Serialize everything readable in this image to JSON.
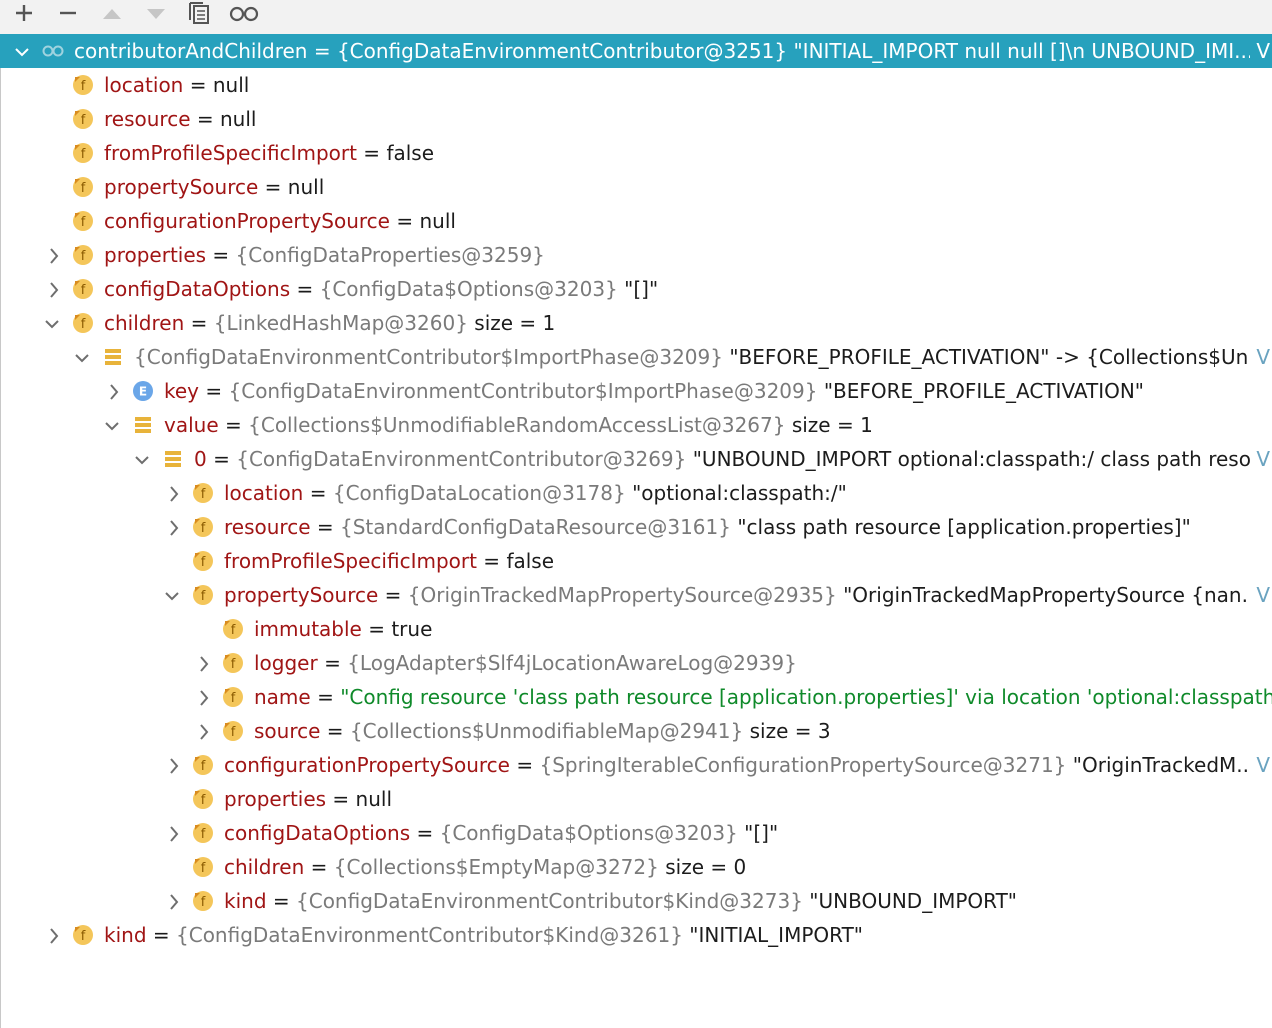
{
  "toolbar": {
    "buttons": [
      "add-icon",
      "remove-icon",
      "move-up-icon",
      "move-down-icon",
      "copy-icon",
      "watch-icon"
    ]
  },
  "more_label": "V",
  "rows": [
    {
      "expand": "down",
      "icon": "watch-icon",
      "name": "contributorAndChildren",
      "eq": " = ",
      "type": "{ConfigDataEnvironmentContributor@3251}",
      "value": " \"INITIAL_IMPORT null null []\\n    UNBOUND_IMI...",
      "more": true,
      "selected": true
    },
    {
      "expand": "none",
      "icon": "field-icon",
      "name": "location",
      "eq": " = ",
      "type": "",
      "value": "null"
    },
    {
      "expand": "none",
      "icon": "field-icon",
      "name": "resource",
      "eq": " = ",
      "type": "",
      "value": "null"
    },
    {
      "expand": "none",
      "icon": "field-icon",
      "name": "fromProfileSpecificImport",
      "eq": " = ",
      "type": "",
      "value": "false"
    },
    {
      "expand": "none",
      "icon": "field-icon",
      "name": "propertySource",
      "eq": " = ",
      "type": "",
      "value": "null"
    },
    {
      "expand": "none",
      "icon": "field-icon",
      "name": "configurationPropertySource",
      "eq": " = ",
      "type": "",
      "value": "null"
    },
    {
      "expand": "right",
      "icon": "field-icon",
      "name": "properties",
      "eq": " = ",
      "type": "{ConfigDataProperties@3259}",
      "value": ""
    },
    {
      "expand": "right",
      "icon": "field-icon",
      "name": "configDataOptions",
      "eq": " = ",
      "type": "{ConfigData$Options@3203}",
      "value": " \"[]\""
    },
    {
      "expand": "down",
      "icon": "field-icon",
      "name": "children",
      "eq": " = ",
      "type": "{LinkedHashMap@3260}",
      "value": "  size = 1"
    },
    {
      "expand": "down",
      "icon": "list-icon",
      "name": "",
      "eq": "",
      "type": "{ConfigDataEnvironmentContributor$ImportPhase@3209}",
      "value": " \"BEFORE_PROFILE_ACTIVATION\" -> {Collections$Unm...",
      "more": true
    },
    {
      "expand": "right",
      "icon": "enum-icon",
      "name": "key",
      "eq": " = ",
      "type": "{ConfigDataEnvironmentContributor$ImportPhase@3209}",
      "value": " \"BEFORE_PROFILE_ACTIVATION\""
    },
    {
      "expand": "down",
      "icon": "list-icon",
      "name": "value",
      "eq": " = ",
      "type": "{Collections$UnmodifiableRandomAccessList@3267}",
      "value": "  size = 1"
    },
    {
      "expand": "down",
      "icon": "list-icon",
      "name": "0",
      "eq": " = ",
      "type": "{ConfigDataEnvironmentContributor@3269}",
      "value": " \"UNBOUND_IMPORT optional:classpath:/ class path resou...",
      "more": true
    },
    {
      "expand": "right",
      "icon": "field-icon",
      "name": "location",
      "eq": " = ",
      "type": "{ConfigDataLocation@3178}",
      "value": " \"optional:classpath:/\""
    },
    {
      "expand": "right",
      "icon": "field-icon",
      "name": "resource",
      "eq": " = ",
      "type": "{StandardConfigDataResource@3161}",
      "value": " \"class path resource [application.properties]\""
    },
    {
      "expand": "none",
      "icon": "field-icon",
      "name": "fromProfileSpecificImport",
      "eq": " = ",
      "type": "",
      "value": "false"
    },
    {
      "expand": "down",
      "icon": "field-icon",
      "name": "propertySource",
      "eq": " = ",
      "type": "{OriginTrackedMapPropertySource@2935}",
      "value": " \"OriginTrackedMapPropertySource {nan...",
      "more": true
    },
    {
      "expand": "none",
      "icon": "field-icon",
      "name": "immutable",
      "eq": " = ",
      "type": "",
      "value": "true"
    },
    {
      "expand": "right",
      "icon": "field-icon",
      "name": "logger",
      "eq": " = ",
      "type": "{LogAdapter$Slf4jLocationAwareLog@2939}",
      "value": ""
    },
    {
      "expand": "right",
      "icon": "field-icon",
      "name": "name",
      "eq": " = ",
      "type": "",
      "value": "\"Config resource 'class path resource [application.properties]' via location 'optional:classpath:/'\"",
      "green": true
    },
    {
      "expand": "right",
      "icon": "field-icon",
      "name": "source",
      "eq": " = ",
      "type": "{Collections$UnmodifiableMap@2941}",
      "value": "  size = 3"
    },
    {
      "expand": "right",
      "icon": "field-icon",
      "name": "configurationPropertySource",
      "eq": " = ",
      "type": "{SpringIterableConfigurationPropertySource@3271}",
      "value": " \"OriginTrackedM...",
      "more": true
    },
    {
      "expand": "none",
      "icon": "field-icon",
      "name": "properties",
      "eq": " = ",
      "type": "",
      "value": "null"
    },
    {
      "expand": "right",
      "icon": "field-icon",
      "name": "configDataOptions",
      "eq": " = ",
      "type": "{ConfigData$Options@3203}",
      "value": " \"[]\""
    },
    {
      "expand": "none",
      "icon": "field-icon",
      "name": "children",
      "eq": " = ",
      "type": "{Collections$EmptyMap@3272}",
      "value": "  size = 0"
    },
    {
      "expand": "right",
      "icon": "field-icon",
      "name": "kind",
      "eq": " = ",
      "type": "{ConfigDataEnvironmentContributor$Kind@3273}",
      "value": " \"UNBOUND_IMPORT\""
    },
    {
      "expand": "right",
      "icon": "field-icon",
      "name": "kind",
      "eq": " = ",
      "type": "{ConfigDataEnvironmentContributor$Kind@3261}",
      "value": " \"INITIAL_IMPORT\""
    }
  ]
}
